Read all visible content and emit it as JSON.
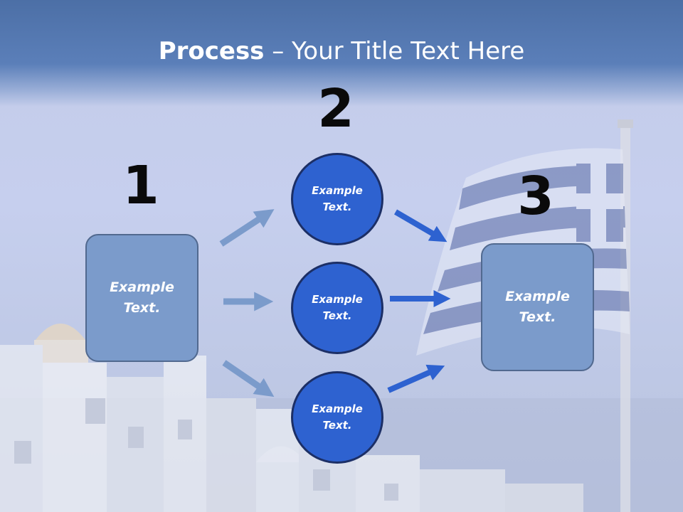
{
  "title": {
    "bold": "Process",
    "rest": " – Your Title Text Here"
  },
  "numbers": [
    "1",
    "2",
    "3"
  ],
  "left_box": {
    "text": "Example\nText."
  },
  "circles": [
    {
      "text": "Example\nText."
    },
    {
      "text": "Example\nText."
    },
    {
      "text": "Example\nText."
    }
  ],
  "right_box": {
    "text": "Example\nText."
  },
  "colors": {
    "box_fill": "#7b9bcb",
    "circle_fill": "#2e62d0",
    "arrow_light": "#7b9bcb",
    "arrow_dark": "#2e62d0",
    "title_band": "#5b7fb9"
  }
}
